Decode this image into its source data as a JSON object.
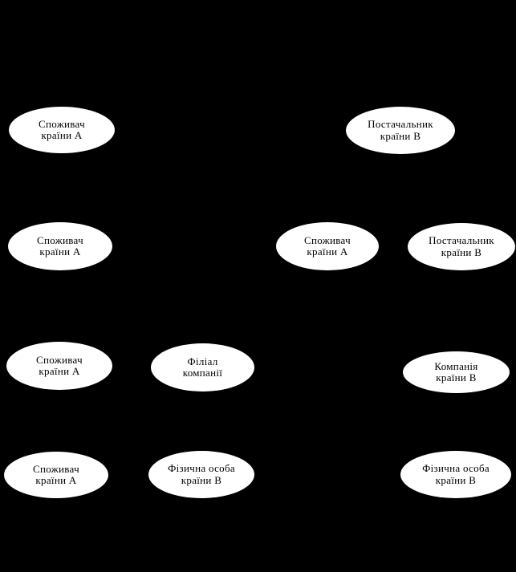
{
  "diagram": {
    "background_color": "#000000",
    "node_fill_color": "#ffffff",
    "node_text_color": "#000000",
    "nodes": [
      {
        "id": "row1-consumer-country-a",
        "label": "Споживач\nкраїни А"
      },
      {
        "id": "row1-supplier-country-b",
        "label": "Постачальник\nкраїни В"
      },
      {
        "id": "row2-consumer-country-a",
        "label": "Споживач\nкраїни А"
      },
      {
        "id": "row2-consumer-country-a-abroad",
        "label": "Споживач\nкраїни А"
      },
      {
        "id": "row2-supplier-country-b",
        "label": "Постачальник\nкраїни В"
      },
      {
        "id": "row3-consumer-country-a",
        "label": "Споживач\nкраїни А"
      },
      {
        "id": "row3-company-branch",
        "label": "Філіал\nкомпанії"
      },
      {
        "id": "row3-company-country-b",
        "label": "Компанія\nкраїни В"
      },
      {
        "id": "row4-consumer-country-a",
        "label": "Споживач\nкраїни А"
      },
      {
        "id": "row4-natural-person-country-b-mid",
        "label": "Фізична особа\nкраїни В"
      },
      {
        "id": "row4-natural-person-country-b-right",
        "label": "Фізична особа\nкраїни В"
      }
    ]
  }
}
